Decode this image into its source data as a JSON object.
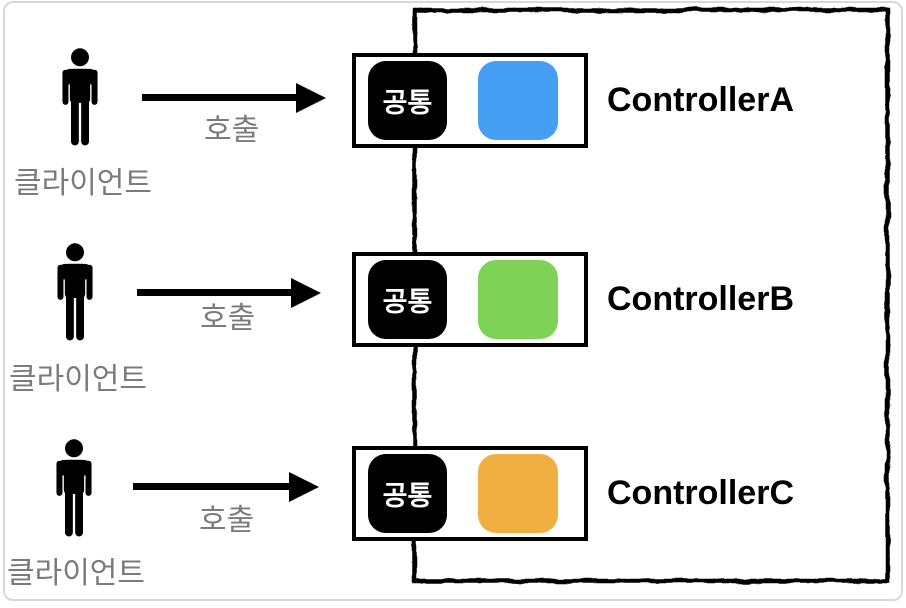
{
  "diagram": {
    "outer_box_color": "#000000",
    "frame_color": "#d8d8d8",
    "label_gray": "#7b7b7b",
    "rows": [
      {
        "client_label": "클라이언트",
        "call_label": "호출",
        "badge_label": "공통",
        "controller_label": "ControllerA",
        "accent_color": "#459FF2"
      },
      {
        "client_label": "클라이언트",
        "call_label": "호출",
        "badge_label": "공통",
        "controller_label": "ControllerB",
        "accent_color": "#7ED256"
      },
      {
        "client_label": "클라이언트",
        "call_label": "호출",
        "badge_label": "공통",
        "controller_label": "ControllerC",
        "accent_color": "#F1AE41"
      }
    ]
  }
}
